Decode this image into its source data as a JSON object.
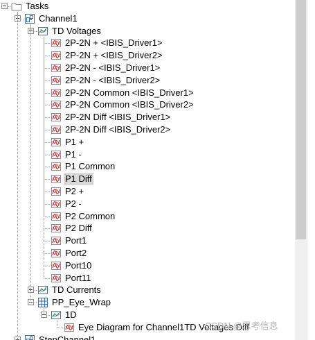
{
  "tree": {
    "nodes": [
      {
        "label": "Tasks",
        "icon": "folder-icon",
        "level": 0,
        "toggle": "minus"
      },
      {
        "label": "Channel1",
        "icon": "channel-icon",
        "level": 1,
        "toggle": "minus"
      },
      {
        "label": "TD Voltages",
        "icon": "waveform-group-icon",
        "level": 2,
        "toggle": "minus"
      },
      {
        "label": "2P-2N + <IBIS_Driver1>",
        "icon": "waveform-icon",
        "level": 3
      },
      {
        "label": "2P-2N + <IBIS_Driver2>",
        "icon": "waveform-icon",
        "level": 3
      },
      {
        "label": "2P-2N - <IBIS_Driver1>",
        "icon": "waveform-icon",
        "level": 3
      },
      {
        "label": "2P-2N - <IBIS_Driver2>",
        "icon": "waveform-icon",
        "level": 3
      },
      {
        "label": "2P-2N Common <IBIS_Driver1>",
        "icon": "waveform-icon",
        "level": 3
      },
      {
        "label": "2P-2N Common <IBIS_Driver2>",
        "icon": "waveform-icon",
        "level": 3
      },
      {
        "label": "2P-2N Diff <IBIS_Driver1>",
        "icon": "waveform-icon",
        "level": 3
      },
      {
        "label": "2P-2N Diff <IBIS_Driver2>",
        "icon": "waveform-icon",
        "level": 3
      },
      {
        "label": "P1 +",
        "icon": "waveform-icon",
        "level": 3
      },
      {
        "label": "P1 -",
        "icon": "waveform-icon",
        "level": 3
      },
      {
        "label": "P1 Common",
        "icon": "waveform-icon",
        "level": 3
      },
      {
        "label": "P1 Diff",
        "icon": "waveform-icon",
        "level": 3,
        "selected": true
      },
      {
        "label": "P2 +",
        "icon": "waveform-icon",
        "level": 3
      },
      {
        "label": "P2 -",
        "icon": "waveform-icon",
        "level": 3
      },
      {
        "label": "P2 Common",
        "icon": "waveform-icon",
        "level": 3
      },
      {
        "label": "P2 Diff",
        "icon": "waveform-icon",
        "level": 3
      },
      {
        "label": "Port1",
        "icon": "waveform-icon",
        "level": 3
      },
      {
        "label": "Port2",
        "icon": "waveform-icon",
        "level": 3
      },
      {
        "label": "Port10",
        "icon": "waveform-icon",
        "level": 3
      },
      {
        "label": "Port11",
        "icon": "waveform-icon",
        "level": 3
      },
      {
        "label": "TD Currents",
        "icon": "waveform-group-icon",
        "level": 2,
        "toggle": "plus"
      },
      {
        "label": "PP_Eye_Wrap",
        "icon": "grid-icon",
        "level": 2,
        "toggle": "minus"
      },
      {
        "label": "1D",
        "icon": "waveform-group-icon",
        "level": 3,
        "toggle": "minus"
      },
      {
        "label": "Eye Diagram for Channel1TD Voltages Diff",
        "icon": "waveform-icon",
        "level": 4
      },
      {
        "label": "StepChannel1",
        "icon": "channel-icon",
        "level": 1,
        "toggle": "plus"
      }
    ]
  },
  "watermark": "CSDN @思考信息",
  "colors": {
    "selection": "#d9d9d9",
    "waveform_red": "#d23b3b",
    "icon_blue": "#3b6fb0",
    "folder": "#8a8a8a"
  }
}
